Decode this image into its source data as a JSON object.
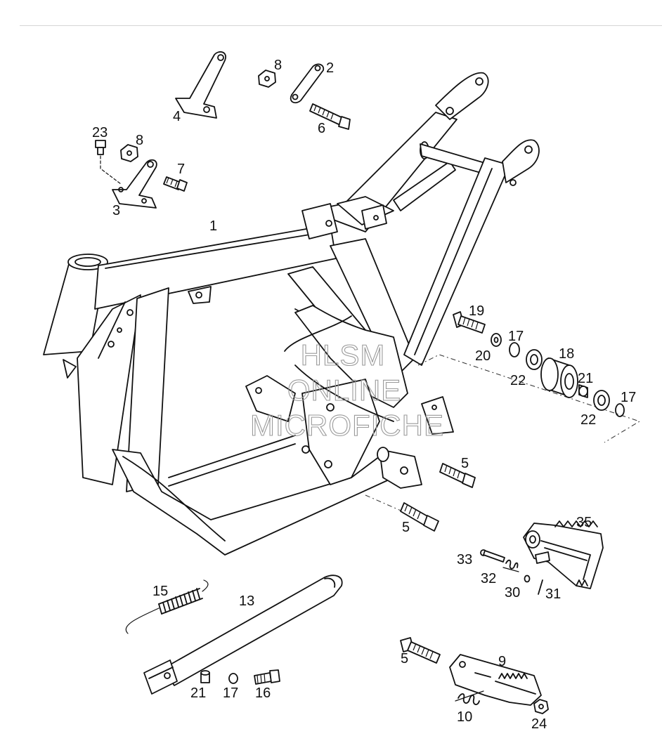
{
  "watermark": {
    "line1": "HLSM",
    "line2": "ONLINE",
    "line3": "MICROFICHE"
  },
  "callouts": {
    "c1": "1",
    "c2": "2",
    "c3": "3",
    "c4": "4",
    "c5a": "5",
    "c5b": "5",
    "c5c": "5",
    "c6": "6",
    "c7": "7",
    "c8a": "8",
    "c8b": "8",
    "c9": "9",
    "c10": "10",
    "c13": "13",
    "c15": "15",
    "c16": "16",
    "c17a": "17",
    "c17b": "17",
    "c17c": "17",
    "c18": "18",
    "c19": "19",
    "c20": "20",
    "c21a": "21",
    "c21b": "21",
    "c22a": "22",
    "c22b": "22",
    "c23": "23",
    "c24": "24",
    "c30": "30",
    "c31": "31",
    "c32": "32",
    "c33": "33",
    "c35": "35"
  },
  "colors": {
    "line": "#111111",
    "background": "#ffffff",
    "watermark": "#9a9a9a",
    "rule": "#d6d6d6"
  }
}
